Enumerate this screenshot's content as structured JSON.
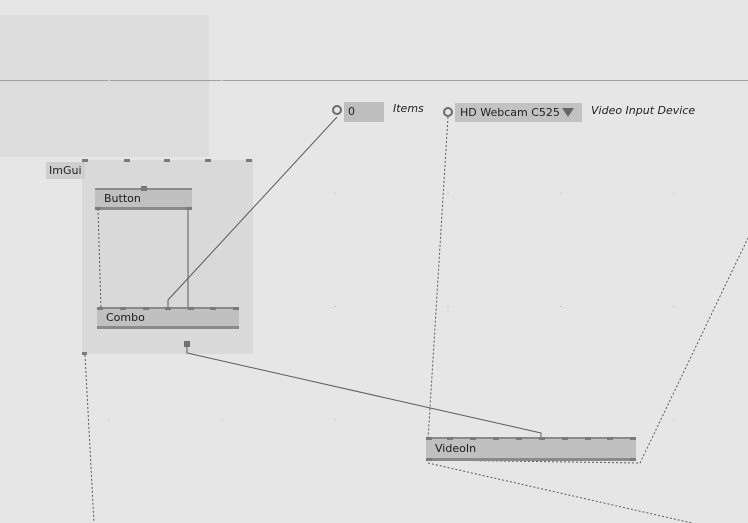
{
  "region": {
    "label": "ImGui"
  },
  "nodes": {
    "button": {
      "label": "Button"
    },
    "combo": {
      "label": "Combo"
    },
    "videoin": {
      "label": "VideoIn"
    }
  },
  "items_iobox": {
    "value": "0",
    "label": "Items"
  },
  "device_dropdown": {
    "selected": "HD Webcam C525",
    "label": "Video Input Device"
  },
  "colors": {
    "canvas": "#e6e6e6",
    "node": "#c0c0c0",
    "wire": "#5a5a5a",
    "region": "#d9d9d9"
  },
  "icons": {
    "dropdown": "triangle-down-icon",
    "pin_ring": "ring-pin-icon"
  }
}
